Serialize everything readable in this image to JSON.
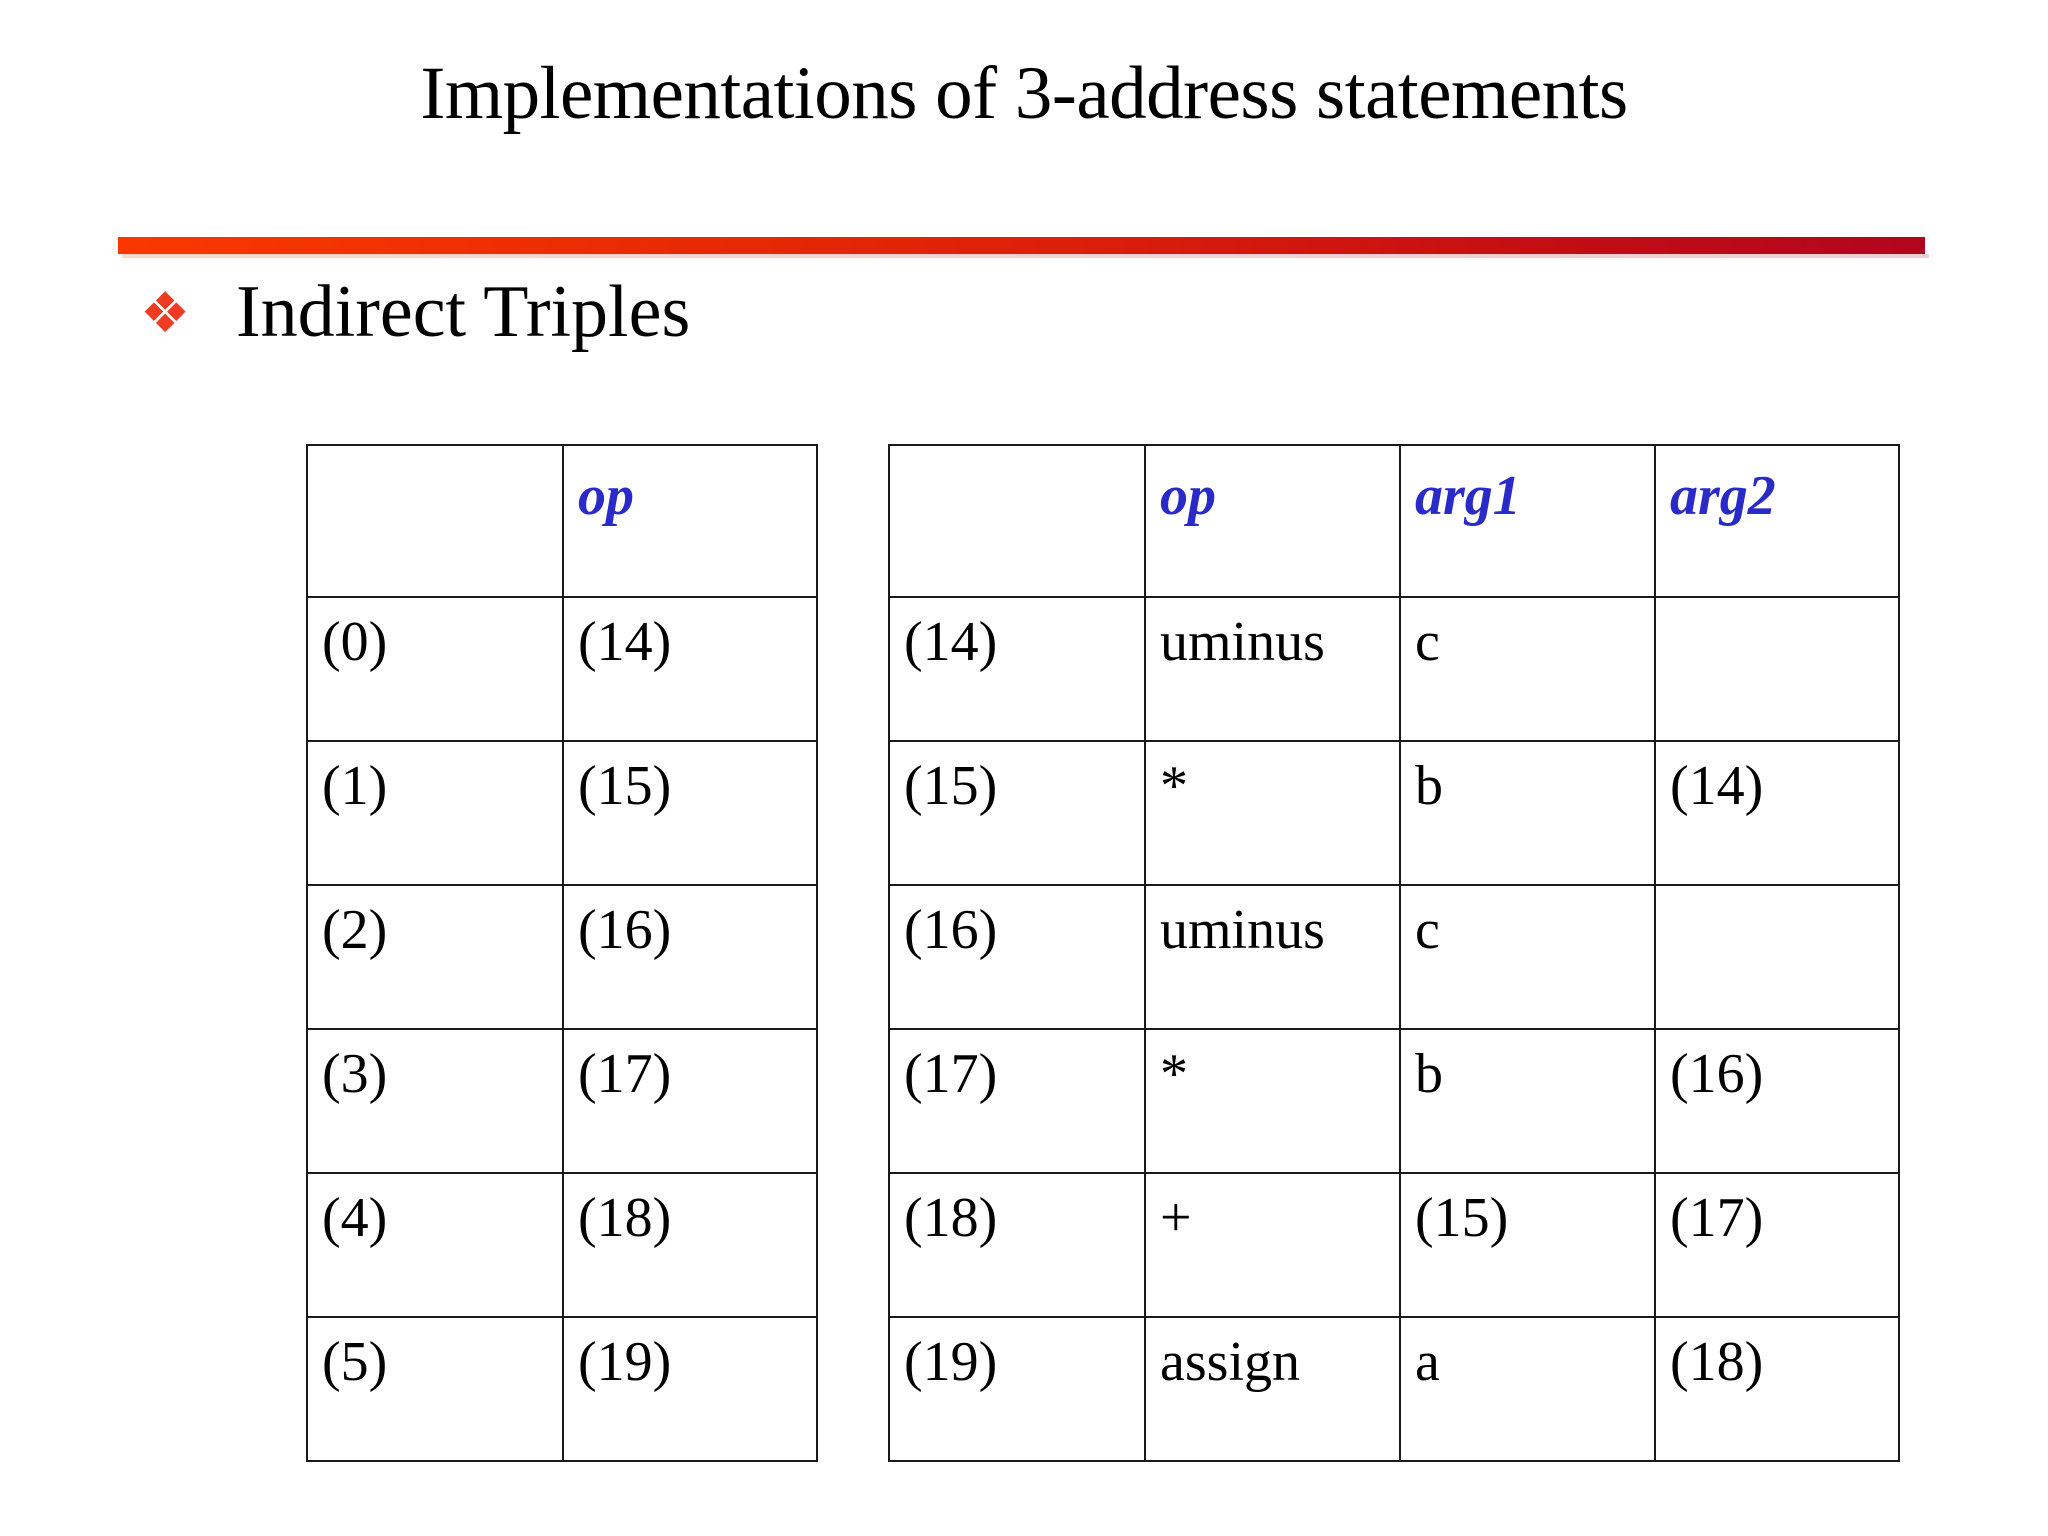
{
  "slide": {
    "title": "Implementations of 3-address statements",
    "bullet_glyph": "❖",
    "bullet_text": "Indirect Triples",
    "accent_bar_left_color": "#F93800",
    "accent_bar_right_color": "#B2051F",
    "bullet_color": "#EE3B21",
    "header_text_color": "#2A2AC8",
    "body_text_color": "#000000"
  },
  "tables": {
    "index_table": {
      "name": "instruction-pointer-array",
      "headers": [
        "",
        "op"
      ],
      "rows": [
        [
          "(0)",
          "(14)"
        ],
        [
          "(1)",
          "(15)"
        ],
        [
          "(2)",
          "(16)"
        ],
        [
          "(3)",
          "(17)"
        ],
        [
          "(4)",
          "(18)"
        ],
        [
          "(5)",
          "(19)"
        ]
      ]
    },
    "triples_table": {
      "name": "triples-listing",
      "headers": [
        "",
        "op",
        "arg1",
        "arg2"
      ],
      "rows": [
        [
          "(14)",
          "uminus",
          "c",
          ""
        ],
        [
          "(15)",
          "*",
          "b",
          "(14)"
        ],
        [
          "(16)",
          "uminus",
          "c",
          ""
        ],
        [
          "(17)",
          "*",
          "b",
          "(16)"
        ],
        [
          "(18)",
          "+",
          "(15)",
          "(17)"
        ],
        [
          "(19)",
          "assign",
          "a",
          "(18)"
        ]
      ]
    }
  }
}
